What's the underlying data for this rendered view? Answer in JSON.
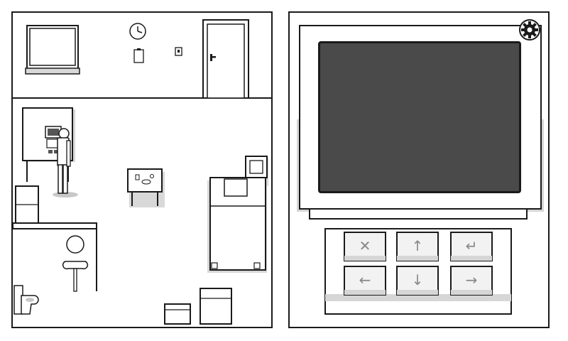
{
  "room": {
    "objects": [
      "window",
      "wall-clock",
      "notice",
      "light-switch",
      "door",
      "desk-with-computer",
      "player-character",
      "small-table",
      "bed",
      "wall-picture",
      "shelf",
      "bathroom-sink",
      "toilet",
      "box",
      "cabinet"
    ]
  },
  "computer": {
    "screen_text": "",
    "keys": [
      {
        "id": "cancel",
        "glyph": "✕"
      },
      {
        "id": "up",
        "glyph": "↑"
      },
      {
        "id": "enter",
        "glyph": "↵"
      },
      {
        "id": "left",
        "glyph": "←"
      },
      {
        "id": "down",
        "glyph": "↓"
      },
      {
        "id": "right",
        "glyph": "→"
      }
    ],
    "settings_icon": "gear-icon"
  },
  "colors": {
    "outline": "#1a1a1a",
    "screen": "#4a4a4a",
    "bezel_shadow": "#d6d6d6",
    "key_face": "#f2f2f2",
    "key_glyph": "#888888"
  }
}
